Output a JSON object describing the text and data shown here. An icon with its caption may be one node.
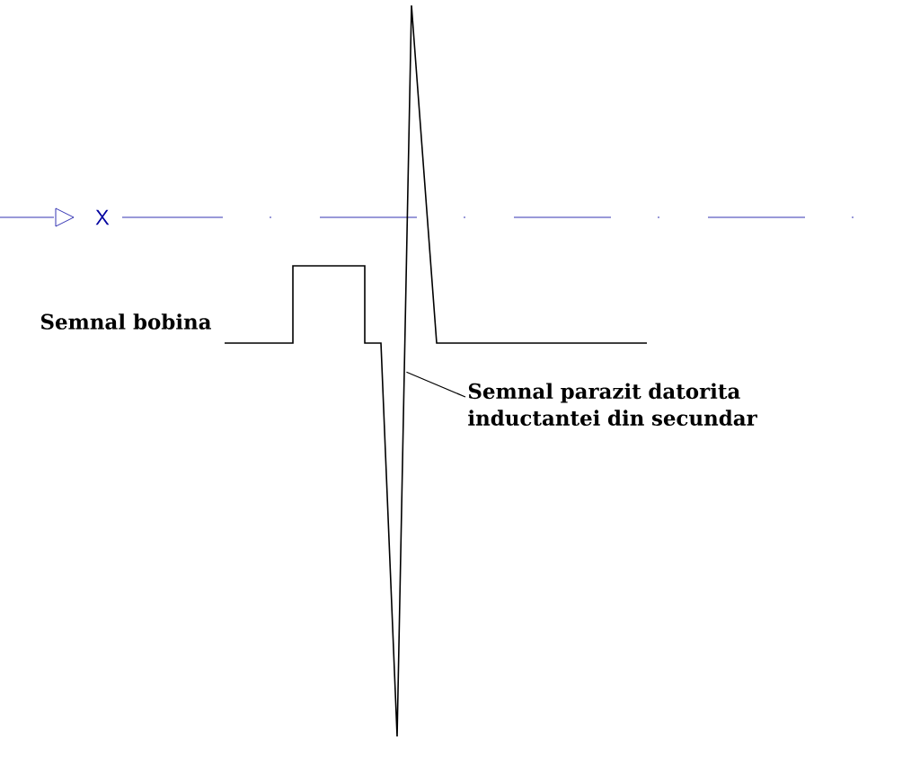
{
  "diagram": {
    "nodes": [
      {
        "text": [
          "Semnal parazit datorita inductantei din secundar"
        ]
      },
      {
        "text": [],
        "shape": "line"
      }
    ],
    "edges": [
      {
        "from": 0,
        "to": 1,
        "arrow": "none"
      }
    ],
    "labels": [
      "X",
      "Semnal bobina"
    ]
  }
}
